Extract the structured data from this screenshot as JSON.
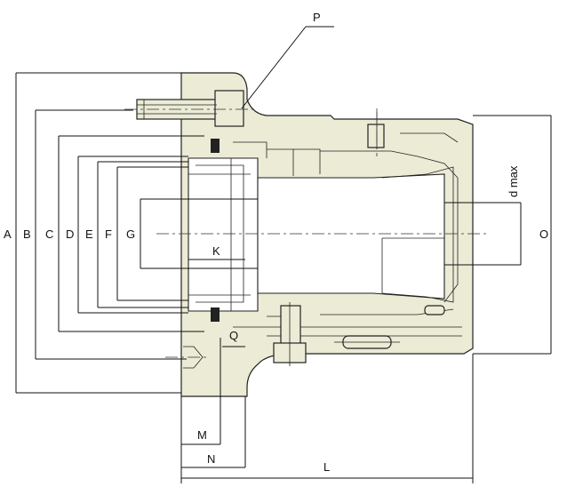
{
  "labels": {
    "A": "A",
    "B": "B",
    "C": "C",
    "D": "D",
    "E": "E",
    "F": "F",
    "G": "G",
    "K": "K",
    "L": "L",
    "M": "M",
    "N": "N",
    "O": "O",
    "P": "P",
    "Q": "Q",
    "dmax": "d max"
  }
}
